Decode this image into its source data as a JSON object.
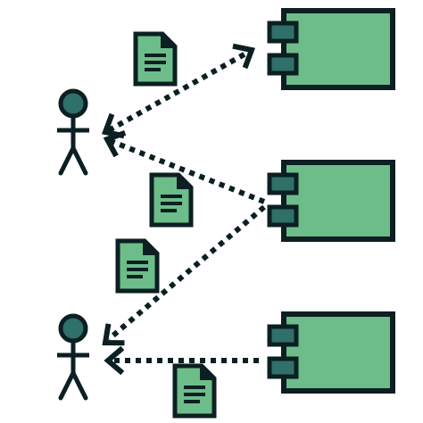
{
  "colors": {
    "outline": "#0c1f22",
    "component_fill": "#6dbd8a",
    "port_fill": "#2f7068",
    "document_fill": "#6dbd8a",
    "actor_head_fill": "#2f7068",
    "background": "#ffffff"
  },
  "diagram": {
    "actors": [
      {
        "icon": "stick-figure-icon"
      },
      {
        "icon": "stick-figure-icon"
      }
    ],
    "components": [
      {
        "icon": "component-icon"
      },
      {
        "icon": "component-icon"
      },
      {
        "icon": "component-icon"
      }
    ],
    "documents": [
      {
        "icon": "document-icon"
      },
      {
        "icon": "document-icon"
      },
      {
        "icon": "document-icon"
      },
      {
        "icon": "document-icon"
      }
    ],
    "connections": [
      {
        "from": "actor-1",
        "to": "component-1",
        "style": "dotted",
        "arrowheads": "both"
      },
      {
        "from": "component-2",
        "to": "actor-1",
        "style": "dotted",
        "arrowheads": "end"
      },
      {
        "from": "component-2",
        "to": "actor-2",
        "style": "dotted",
        "arrowheads": "end"
      },
      {
        "from": "component-3",
        "to": "actor-2",
        "style": "dotted",
        "arrowheads": "end"
      }
    ]
  }
}
